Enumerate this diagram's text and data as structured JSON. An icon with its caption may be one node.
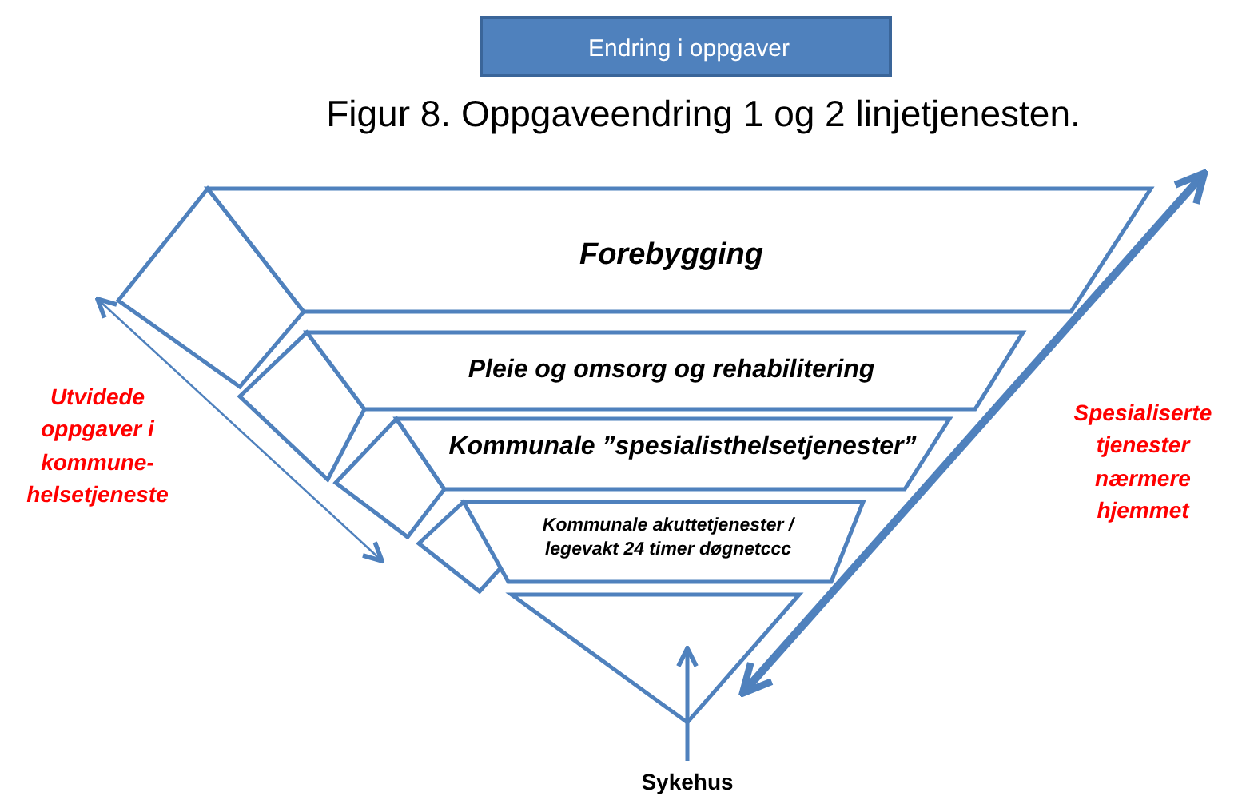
{
  "diagram": {
    "title": "Figur 8. Oppgaveendring 1 og 2 linjetjenesten.",
    "nodes": [
      {
        "text": [
          "Endring i oppgaver"
        ]
      },
      {
        "text": [
          "Forebygging"
        ]
      },
      {
        "text": [
          "Pleie og omsorg og rehabilitering"
        ]
      },
      {
        "text": [
          "Kommunale ”spesialisthelsetjenester”"
        ]
      },
      {
        "text": [
          "Kommunale akuttetjenester / legevakt 24 timer døgnetccc"
        ]
      },
      {
        "text": [],
        "shape": "triangle"
      },
      {
        "text": [
          "Sykehus"
        ]
      }
    ],
    "edges": [
      {
        "from": 6,
        "to": 5,
        "arrow": "to"
      }
    ],
    "labels": [
      "Utvidede oppgaver i kommune-helsetjeneste",
      "Spesialiserte tjenester nærmere hjemmet"
    ]
  }
}
